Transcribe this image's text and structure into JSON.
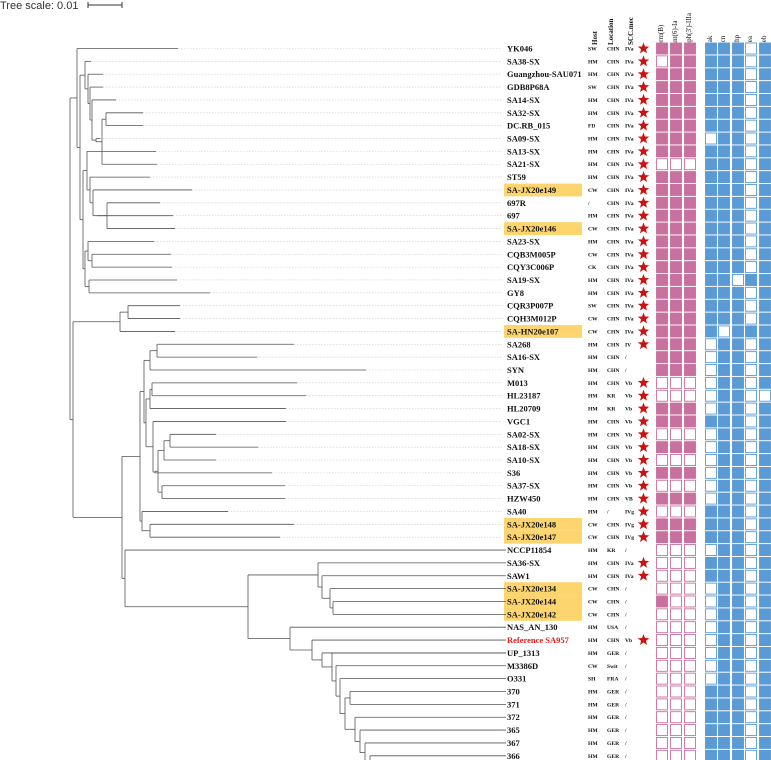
{
  "tree_scale": {
    "label": "Tree scale: 0.01"
  },
  "headers": {
    "host": "Host",
    "location": "Location",
    "sccmec": "SCC.mec",
    "resistance": [
      "erm(B)",
      "ant(6)-Ia",
      "aph(3')-IIIa"
    ],
    "virulence": [
      "sak",
      "scn",
      "chp",
      "sea",
      "seb"
    ]
  },
  "colors": {
    "highlight": "#fdd56e",
    "reference": "#e02020",
    "resistance_fill": "#c8709f",
    "resistance_border": "#c8709f",
    "virulence_fill": "#5b9bd5",
    "virulence_border": "#5b9bd5",
    "star": "#cc1111",
    "branch": "#555555"
  },
  "strains": [
    {
      "name": "YK046",
      "host": "SW",
      "loc": "CHN",
      "scc": "IVa",
      "star": true,
      "hl": false,
      "ref": false,
      "res": [
        1,
        1,
        1
      ],
      "vir": [
        1,
        1,
        1,
        0,
        1
      ]
    },
    {
      "name": "SA38-SX",
      "host": "HM",
      "loc": "CHN",
      "scc": "IVa",
      "star": true,
      "hl": false,
      "ref": false,
      "res": [
        0,
        1,
        1
      ],
      "vir": [
        1,
        1,
        1,
        0,
        1
      ]
    },
    {
      "name": "Guangzhou-SAU071",
      "host": "HM",
      "loc": "CHN",
      "scc": "IVa",
      "star": true,
      "hl": false,
      "ref": false,
      "res": [
        1,
        1,
        1
      ],
      "vir": [
        1,
        1,
        1,
        0,
        1
      ]
    },
    {
      "name": "GDB8P68A",
      "host": "SW",
      "loc": "CHN",
      "scc": "IVa",
      "star": true,
      "hl": false,
      "ref": false,
      "res": [
        1,
        1,
        1
      ],
      "vir": [
        1,
        1,
        1,
        0,
        1
      ]
    },
    {
      "name": "SA14-SX",
      "host": "HM",
      "loc": "CHN",
      "scc": "IVa",
      "star": true,
      "hl": false,
      "ref": false,
      "res": [
        1,
        1,
        1
      ],
      "vir": [
        1,
        1,
        1,
        0,
        1
      ]
    },
    {
      "name": "SA32-SX",
      "host": "HM",
      "loc": "CHN",
      "scc": "IVa",
      "star": true,
      "hl": false,
      "ref": false,
      "res": [
        1,
        1,
        1
      ],
      "vir": [
        1,
        1,
        1,
        0,
        1
      ]
    },
    {
      "name": "DC.RB_015",
      "host": "FD",
      "loc": "CHN",
      "scc": "IVa",
      "star": true,
      "hl": false,
      "ref": false,
      "res": [
        1,
        1,
        1
      ],
      "vir": [
        1,
        1,
        1,
        0,
        1
      ]
    },
    {
      "name": "SA09-SX",
      "host": "HM",
      "loc": "CHN",
      "scc": "IVa",
      "star": true,
      "hl": false,
      "ref": false,
      "res": [
        1,
        1,
        1
      ],
      "vir": [
        0,
        1,
        1,
        0,
        1
      ]
    },
    {
      "name": "SA13-SX",
      "host": "HM",
      "loc": "CHN",
      "scc": "IVa",
      "star": true,
      "hl": false,
      "ref": false,
      "res": [
        1,
        1,
        1
      ],
      "vir": [
        1,
        1,
        1,
        0,
        1
      ]
    },
    {
      "name": "SA21-SX",
      "host": "HM",
      "loc": "CHN",
      "scc": "IVa",
      "star": true,
      "hl": false,
      "ref": false,
      "res": [
        0,
        0,
        0
      ],
      "vir": [
        1,
        1,
        1,
        0,
        1
      ]
    },
    {
      "name": "ST59",
      "host": "HM",
      "loc": "CHN",
      "scc": "IVa",
      "star": true,
      "hl": false,
      "ref": false,
      "res": [
        1,
        1,
        1
      ],
      "vir": [
        1,
        1,
        1,
        0,
        1
      ]
    },
    {
      "name": "SA-JX20e149",
      "host": "CW",
      "loc": "CHN",
      "scc": "IVa",
      "star": true,
      "hl": true,
      "ref": false,
      "res": [
        1,
        1,
        1
      ],
      "vir": [
        1,
        1,
        1,
        0,
        1
      ]
    },
    {
      "name": "697R",
      "host": "/",
      "loc": "CHN",
      "scc": "IVa",
      "star": true,
      "hl": false,
      "ref": false,
      "res": [
        1,
        1,
        1
      ],
      "vir": [
        1,
        1,
        1,
        0,
        1
      ]
    },
    {
      "name": "697",
      "host": "HM",
      "loc": "CHN",
      "scc": "IVa",
      "star": true,
      "hl": false,
      "ref": false,
      "res": [
        1,
        1,
        1
      ],
      "vir": [
        1,
        1,
        1,
        0,
        1
      ]
    },
    {
      "name": "SA-JX20e146",
      "host": "CW",
      "loc": "CHN",
      "scc": "IVa",
      "star": true,
      "hl": true,
      "ref": false,
      "res": [
        1,
        1,
        1
      ],
      "vir": [
        1,
        1,
        1,
        0,
        1
      ]
    },
    {
      "name": "SA23-SX",
      "host": "HM",
      "loc": "CHN",
      "scc": "IVa",
      "star": true,
      "hl": false,
      "ref": false,
      "res": [
        1,
        1,
        1
      ],
      "vir": [
        1,
        1,
        1,
        0,
        1
      ]
    },
    {
      "name": "CQB3M005P",
      "host": "CW",
      "loc": "CHN",
      "scc": "IVa",
      "star": true,
      "hl": false,
      "ref": false,
      "res": [
        1,
        1,
        1
      ],
      "vir": [
        1,
        1,
        1,
        0,
        1
      ]
    },
    {
      "name": "CQY3C006P",
      "host": "CK",
      "loc": "CHN",
      "scc": "IVa",
      "star": true,
      "hl": false,
      "ref": false,
      "res": [
        1,
        1,
        1
      ],
      "vir": [
        1,
        1,
        1,
        0,
        1
      ]
    },
    {
      "name": "SA19-SX",
      "host": "HM",
      "loc": "CHN",
      "scc": "IVa",
      "star": true,
      "hl": false,
      "ref": false,
      "res": [
        1,
        1,
        1
      ],
      "vir": [
        1,
        1,
        0,
        1,
        1
      ]
    },
    {
      "name": "GY8",
      "host": "HM",
      "loc": "CHN",
      "scc": "IVa",
      "star": true,
      "hl": false,
      "ref": false,
      "res": [
        1,
        1,
        1
      ],
      "vir": [
        1,
        1,
        1,
        0,
        1
      ]
    },
    {
      "name": "CQR3P007P",
      "host": "SW",
      "loc": "CHN",
      "scc": "IVa",
      "star": true,
      "hl": false,
      "ref": false,
      "res": [
        1,
        1,
        1
      ],
      "vir": [
        1,
        1,
        1,
        0,
        1
      ]
    },
    {
      "name": "CQH3M012P",
      "host": "CW",
      "loc": "CHN",
      "scc": "IVa",
      "star": true,
      "hl": false,
      "ref": false,
      "res": [
        1,
        1,
        1
      ],
      "vir": [
        1,
        1,
        1,
        0,
        1
      ]
    },
    {
      "name": "SA-HN20e107",
      "host": "CW",
      "loc": "CHN",
      "scc": "IVa",
      "star": true,
      "hl": true,
      "ref": false,
      "res": [
        1,
        1,
        1
      ],
      "vir": [
        1,
        0,
        1,
        1,
        1
      ]
    },
    {
      "name": "SA268",
      "host": "HM",
      "loc": "CHN",
      "scc": "IV",
      "star": true,
      "hl": false,
      "ref": false,
      "res": [
        1,
        1,
        1
      ],
      "vir": [
        0,
        1,
        1,
        0,
        1
      ]
    },
    {
      "name": "SA16-SX",
      "host": "HM",
      "loc": "CHN",
      "scc": "/",
      "star": false,
      "hl": false,
      "ref": false,
      "res": [
        1,
        1,
        1
      ],
      "vir": [
        0,
        1,
        1,
        0,
        1
      ]
    },
    {
      "name": "SYN",
      "host": "HM",
      "loc": "CHN",
      "scc": "/",
      "star": false,
      "hl": false,
      "ref": false,
      "res": [
        1,
        1,
        1
      ],
      "vir": [
        0,
        1,
        1,
        0,
        1
      ]
    },
    {
      "name": "M013",
      "host": "HM",
      "loc": "CHN",
      "scc": "Vb",
      "star": true,
      "hl": false,
      "ref": false,
      "res": [
        0,
        0,
        0
      ],
      "vir": [
        0,
        1,
        1,
        0,
        1
      ]
    },
    {
      "name": "HL23187",
      "host": "HM",
      "loc": "KR",
      "scc": "Vb",
      "star": true,
      "hl": false,
      "ref": false,
      "res": [
        0,
        0,
        0
      ],
      "vir": [
        0,
        1,
        1,
        0,
        0
      ]
    },
    {
      "name": "HL20709",
      "host": "HM",
      "loc": "KR",
      "scc": "Vb",
      "star": true,
      "hl": false,
      "ref": false,
      "res": [
        1,
        1,
        1
      ],
      "vir": [
        0,
        1,
        1,
        0,
        1
      ]
    },
    {
      "name": "VGC1",
      "host": "HM",
      "loc": "CHN",
      "scc": "Vb",
      "star": true,
      "hl": false,
      "ref": false,
      "res": [
        1,
        1,
        1
      ],
      "vir": [
        1,
        1,
        1,
        0,
        1
      ]
    },
    {
      "name": "SA02-SX",
      "host": "HM",
      "loc": "CHN",
      "scc": "Vb",
      "star": true,
      "hl": false,
      "ref": false,
      "res": [
        0,
        0,
        0
      ],
      "vir": [
        0,
        1,
        1,
        0,
        1
      ]
    },
    {
      "name": "SA18-SX",
      "host": "HM",
      "loc": "CHN",
      "scc": "Vb",
      "star": true,
      "hl": false,
      "ref": false,
      "res": [
        1,
        1,
        1
      ],
      "vir": [
        0,
        1,
        1,
        0,
        1
      ]
    },
    {
      "name": "SA10-SX",
      "host": "HM",
      "loc": "CHN",
      "scc": "Vb",
      "star": true,
      "hl": false,
      "ref": false,
      "res": [
        0,
        0,
        0
      ],
      "vir": [
        0,
        1,
        1,
        0,
        1
      ]
    },
    {
      "name": "S36",
      "host": "HM",
      "loc": "CHN",
      "scc": "Vb",
      "star": true,
      "hl": false,
      "ref": false,
      "res": [
        1,
        1,
        1
      ],
      "vir": [
        0,
        1,
        1,
        0,
        1
      ]
    },
    {
      "name": "SA37-SX",
      "host": "HM",
      "loc": "CHN",
      "scc": "Vb",
      "star": true,
      "hl": false,
      "ref": false,
      "res": [
        0,
        0,
        0
      ],
      "vir": [
        0,
        1,
        1,
        0,
        1
      ]
    },
    {
      "name": "HZW450",
      "host": "HM",
      "loc": "CHN",
      "scc": "VB",
      "star": true,
      "hl": false,
      "ref": false,
      "res": [
        1,
        1,
        1
      ],
      "vir": [
        0,
        1,
        1,
        0,
        1
      ]
    },
    {
      "name": "SA40",
      "host": "HM",
      "loc": "/",
      "scc": "IVg",
      "star": true,
      "hl": false,
      "ref": false,
      "res": [
        0,
        0,
        0
      ],
      "vir": [
        1,
        1,
        1,
        0,
        1
      ]
    },
    {
      "name": "SA-JX20e148",
      "host": "CW",
      "loc": "CHN",
      "scc": "IVg",
      "star": true,
      "hl": true,
      "ref": false,
      "res": [
        1,
        1,
        1
      ],
      "vir": [
        1,
        1,
        1,
        0,
        1
      ]
    },
    {
      "name": "SA-JX20e147",
      "host": "CW",
      "loc": "CHN",
      "scc": "IVg",
      "star": true,
      "hl": true,
      "ref": false,
      "res": [
        1,
        1,
        1
      ],
      "vir": [
        1,
        1,
        1,
        0,
        1
      ]
    },
    {
      "name": "NCCP11854",
      "host": "HM",
      "loc": "KR",
      "scc": "/",
      "star": false,
      "hl": false,
      "ref": false,
      "res": [
        0,
        0,
        0
      ],
      "vir": [
        0,
        1,
        1,
        0,
        1
      ]
    },
    {
      "name": "SA36-SX",
      "host": "HM",
      "loc": "CHN",
      "scc": "IVa",
      "star": true,
      "hl": false,
      "ref": false,
      "res": [
        0,
        0,
        0
      ],
      "vir": [
        1,
        1,
        1,
        0,
        1
      ]
    },
    {
      "name": "SAW1",
      "host": "HM",
      "loc": "CHN",
      "scc": "IVa",
      "star": true,
      "hl": false,
      "ref": false,
      "res": [
        0,
        0,
        0
      ],
      "vir": [
        1,
        1,
        1,
        0,
        1
      ]
    },
    {
      "name": "SA-JX20e134",
      "host": "CW",
      "loc": "CHN",
      "scc": "/",
      "star": false,
      "hl": true,
      "ref": false,
      "res": [
        0,
        0,
        0
      ],
      "vir": [
        0,
        1,
        1,
        0,
        1
      ]
    },
    {
      "name": "SA-JX20e144",
      "host": "CW",
      "loc": "CHN",
      "scc": "/",
      "star": false,
      "hl": true,
      "ref": false,
      "res": [
        1,
        0,
        0
      ],
      "vir": [
        0,
        1,
        1,
        0,
        1
      ]
    },
    {
      "name": "SA-JX20e142",
      "host": "CW",
      "loc": "CHN",
      "scc": "/",
      "star": false,
      "hl": true,
      "ref": false,
      "res": [
        0,
        0,
        0
      ],
      "vir": [
        0,
        1,
        1,
        0,
        1
      ]
    },
    {
      "name": "NAS_AN_130",
      "host": "HM",
      "loc": "USA",
      "scc": "/",
      "star": false,
      "hl": false,
      "ref": false,
      "res": [
        0,
        0,
        0
      ],
      "vir": [
        0,
        1,
        1,
        0,
        1
      ]
    },
    {
      "name": "Reference SA957",
      "host": "HM",
      "loc": "CHN",
      "scc": "Vb",
      "star": true,
      "hl": false,
      "ref": true,
      "res": [
        0,
        0,
        0
      ],
      "vir": [
        0,
        1,
        1,
        0,
        1
      ]
    },
    {
      "name": "UP_1313",
      "host": "HM",
      "loc": "GER",
      "scc": "/",
      "star": false,
      "hl": false,
      "ref": false,
      "res": [
        0,
        0,
        0
      ],
      "vir": [
        0,
        1,
        1,
        0,
        1
      ]
    },
    {
      "name": "M3386D",
      "host": "CW",
      "loc": "Swit",
      "scc": "/",
      "star": false,
      "hl": false,
      "ref": false,
      "res": [
        0,
        0,
        0
      ],
      "vir": [
        0,
        1,
        1,
        0,
        1
      ]
    },
    {
      "name": "O331",
      "host": "SH",
      "loc": "FRA",
      "scc": "/",
      "star": false,
      "hl": false,
      "ref": false,
      "res": [
        0,
        0,
        0
      ],
      "vir": [
        0,
        1,
        1,
        0,
        1
      ]
    },
    {
      "name": "370",
      "host": "HM",
      "loc": "GER",
      "scc": "/",
      "star": false,
      "hl": false,
      "ref": false,
      "res": [
        0,
        0,
        0
      ],
      "vir": [
        1,
        1,
        1,
        0,
        1
      ]
    },
    {
      "name": "371",
      "host": "HM",
      "loc": "GER",
      "scc": "/",
      "star": false,
      "hl": false,
      "ref": false,
      "res": [
        0,
        0,
        0
      ],
      "vir": [
        1,
        1,
        1,
        0,
        1
      ]
    },
    {
      "name": "372",
      "host": "HM",
      "loc": "GER",
      "scc": "/",
      "star": false,
      "hl": false,
      "ref": false,
      "res": [
        0,
        0,
        0
      ],
      "vir": [
        1,
        1,
        1,
        0,
        1
      ]
    },
    {
      "name": "365",
      "host": "HM",
      "loc": "GER",
      "scc": "/",
      "star": false,
      "hl": false,
      "ref": false,
      "res": [
        0,
        0,
        0
      ],
      "vir": [
        1,
        1,
        1,
        0,
        1
      ]
    },
    {
      "name": "367",
      "host": "HM",
      "loc": "GER",
      "scc": "/",
      "star": false,
      "hl": false,
      "ref": false,
      "res": [
        0,
        0,
        0
      ],
      "vir": [
        1,
        1,
        1,
        0,
        1
      ]
    },
    {
      "name": "366",
      "host": "HM",
      "loc": "GER",
      "scc": "/",
      "star": false,
      "hl": false,
      "ref": false,
      "res": [
        0,
        0,
        0
      ],
      "vir": [
        1,
        1,
        1,
        0,
        1
      ]
    }
  ]
}
